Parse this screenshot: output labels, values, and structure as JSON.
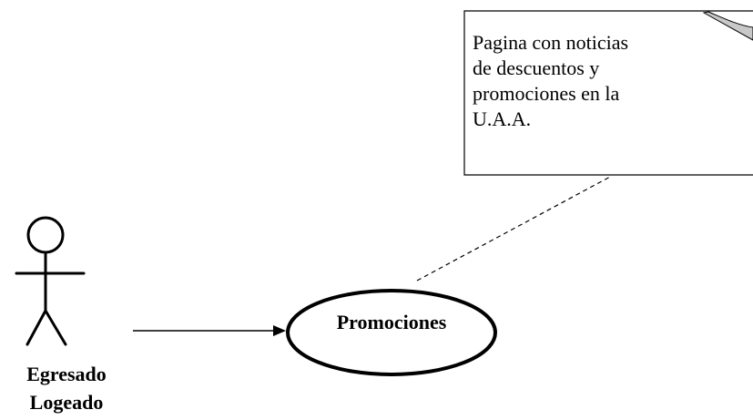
{
  "note": {
    "lines": [
      "Pagina con noticias",
      "de descuentos y",
      "promociones en la",
      "U.A.A."
    ]
  },
  "actor": {
    "name_line1": "Egresado",
    "name_line2": "Logeado"
  },
  "use_case": {
    "label": "Promociones"
  }
}
